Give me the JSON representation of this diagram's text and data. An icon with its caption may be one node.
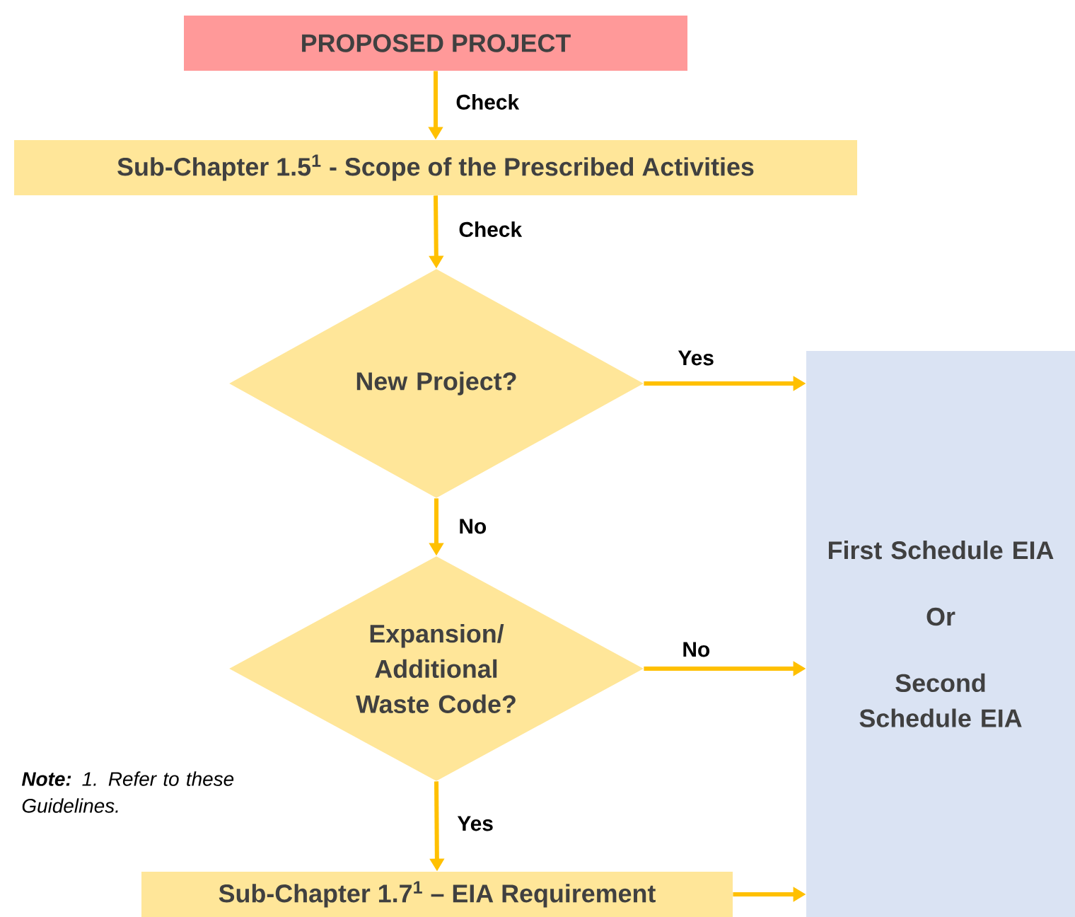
{
  "diagram": {
    "nodes": [
      {
        "text": [
          "PROPOSED PROJECT"
        ]
      },
      {
        "text": [
          "Sub-Chapter 1.5$^{1}$ - Scope of the Prescribed Activities"
        ]
      },
      {
        "text": [
          "New Project?"
        ]
      },
      {
        "text": [
          "Expansion/ Additional Waste Code?"
        ]
      },
      {
        "text": [
          "Sub-Chapter 1.7$^{1}$ – EIA Requirement"
        ]
      },
      {
        "text": [
          "First Schedule EIA",
          "Or",
          "Second Schedule EIA"
        ]
      }
    ],
    "edges": [
      {
        "from": 0,
        "to": 1,
        "arrow": "to",
        "label": "Check"
      },
      {
        "from": 1,
        "to": 2,
        "arrow": "to",
        "label": "Check"
      },
      {
        "from": 2,
        "to": 5,
        "arrow": "to",
        "label": "Yes"
      },
      {
        "from": 2,
        "to": 3,
        "arrow": "to",
        "label": "No"
      },
      {
        "from": 3,
        "to": 5,
        "arrow": "to",
        "label": "No"
      },
      {
        "from": 3,
        "to": 4,
        "arrow": "to",
        "label": "Yes"
      },
      {
        "from": 4,
        "to": 5,
        "arrow": "to"
      }
    ],
    "labels": [
      "**Note:** 1. Refer to these Guidelines."
    ]
  }
}
